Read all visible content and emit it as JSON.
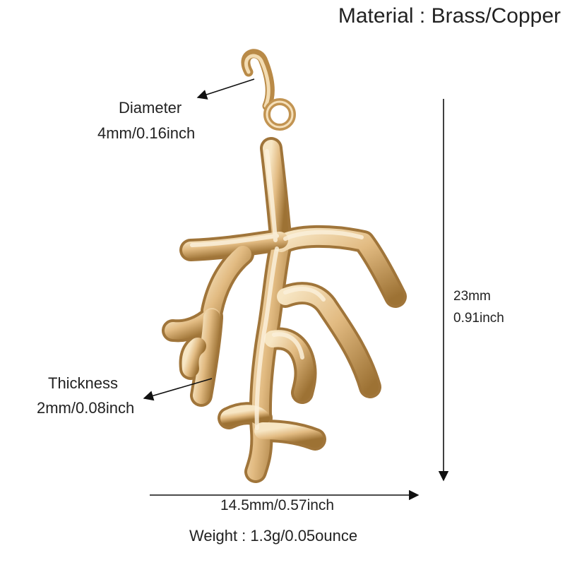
{
  "material_label": "Material : Brass/Copper",
  "diameter": {
    "name": "Diameter",
    "value": "4mm/0.16inch"
  },
  "thickness": {
    "name": "Thickness",
    "value": "2mm/0.08inch"
  },
  "height": {
    "mm": "23mm",
    "inch": "0.91inch"
  },
  "width_label": "14.5mm/0.57inch",
  "weight_label": "Weight : 1.3g/0.05ounce",
  "colors": {
    "gold_light": "#f7e6c4",
    "gold_mid": "#d8ad6e",
    "gold_dark": "#9d7234",
    "text": "#222222"
  },
  "icons": [
    "pendant-coral-branch-illustration",
    "arrow-icon"
  ]
}
